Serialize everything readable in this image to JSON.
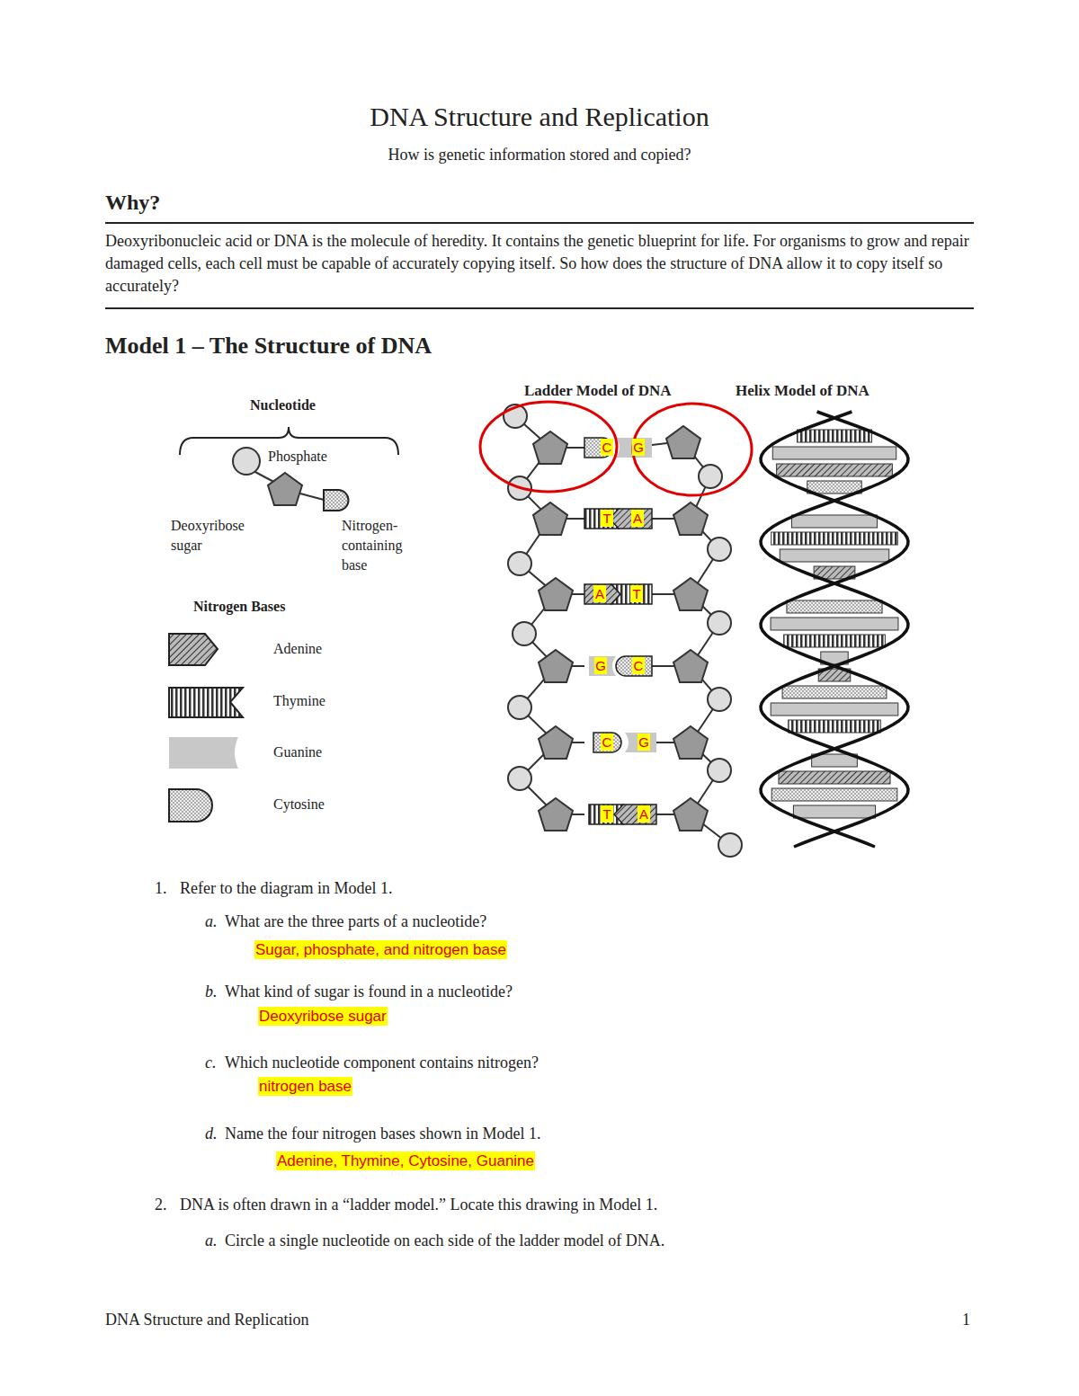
{
  "diagram": {
    "title": "DNA Structure and Replication",
    "labels": [
      "How is genetic information stored and copied?",
      "Why?",
      "Deoxyribonucleic acid or DNA is the molecule of heredity. It contains the genetic blueprint for life. For organisms to grow and repair damaged cells, each cell must be capable of accurately copying itself. So how does the structure of DNA allow it to copy itself so accurately?",
      "Model 1 – The Structure of DNA",
      "Ladder Model of DNA",
      "Helix Model of DNA",
      "Nucleotide",
      "Phosphate",
      "Deoxyribose sugar",
      "Nitrogen-containing base",
      "Nitrogen Bases",
      "C",
      "G",
      "T",
      "A",
      "A",
      "T",
      "G",
      "C",
      "C",
      "G",
      "T",
      "A",
      "1.",
      "Refer to the diagram in Model 1.",
      "a.",
      "What are the three parts of a nucleotide?",
      "Sugar, phosphate, and nitrogen base",
      "b.",
      "What kind of sugar is found in a nucleotide?",
      "Deoxyribose sugar",
      "c.",
      "Which nucleotide component contains nitrogen?",
      "nitrogen base",
      "d.",
      "Name the four nitrogen bases shown in Model 1.",
      "Adenine, Thymine, Cytosine, Guanine",
      "2.",
      "DNA is often drawn in a “ladder model.” Locate this drawing in Model 1.",
      "a.",
      "Circle a single nucleotide on each side of the ladder model of DNA.",
      "DNA Structure and Replication",
      "1"
    ],
    "legend": [
      {
        "text": "Adenine"
      },
      {
        "text": "Thymine"
      },
      {
        "text": "Guanine"
      },
      {
        "text": "Cytosine"
      }
    ]
  }
}
